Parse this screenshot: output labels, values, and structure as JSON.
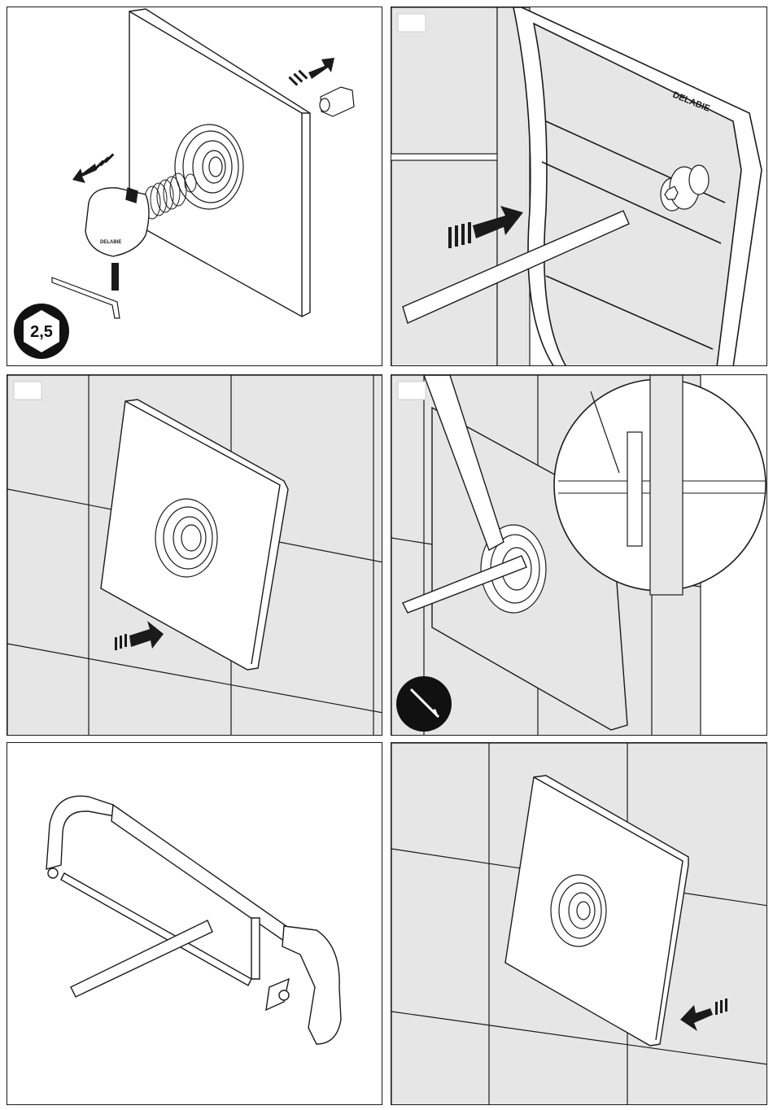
{
  "panels": [
    {
      "id": "disassembly-step",
      "tool_badge": {
        "label": "2,5",
        "icon": "hex-key-badge-icon"
      },
      "brand": "DELABIE"
    },
    {
      "id": "measure-spindle-step",
      "brand": "DELABIE"
    },
    {
      "id": "fit-plate-step"
    },
    {
      "id": "mark-spindle-step",
      "tool_badge": {
        "icon": "pencil-badge-icon"
      }
    },
    {
      "id": "cut-spindle-step",
      "tool": "hacksaw-icon"
    },
    {
      "id": "refit-plate-step"
    }
  ],
  "colors": {
    "line": "#1a1a1a",
    "tile_fill": "#e6e6e6",
    "plate_fill": "#ffffff",
    "badge": "#111111"
  }
}
